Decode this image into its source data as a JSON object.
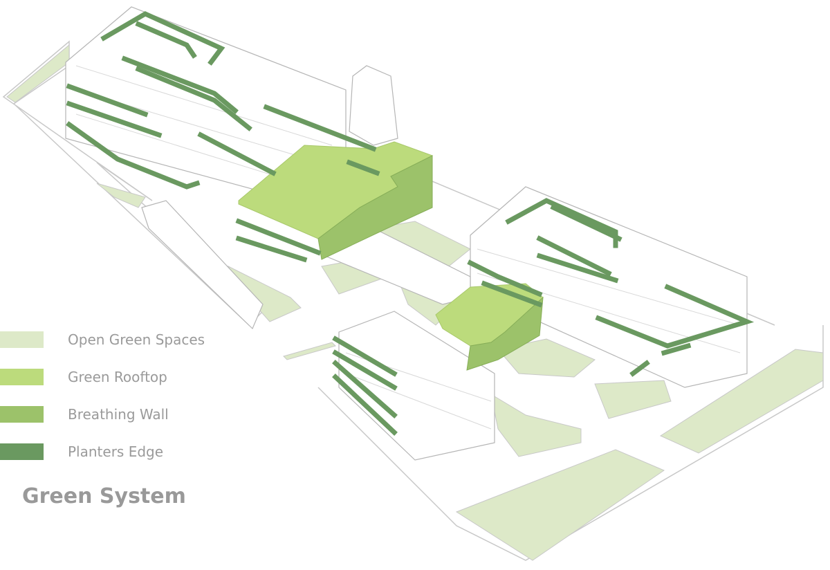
{
  "legend": {
    "items": [
      {
        "label": "Open Green Spaces",
        "color": "#dde9c8"
      },
      {
        "label": "Green Rooftop",
        "color": "#bcdb7c"
      },
      {
        "label": "Breathing Wall",
        "color": "#9cc26a"
      },
      {
        "label": "Planters Edge",
        "color": "#6a9960"
      }
    ]
  },
  "title": "Green System",
  "colors": {
    "line": "#bbbbbb",
    "building_fill": "#ffffff"
  }
}
